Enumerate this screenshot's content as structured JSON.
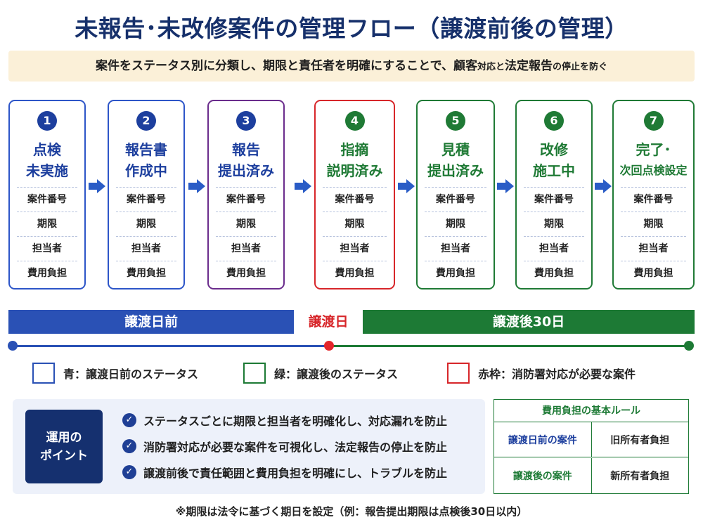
{
  "title": "未報告･未改修案件の管理フロー（譲渡前後の管理）",
  "subtitle": {
    "part1": "案件をステータス別に分類し、期限と責任者を明確にすることで、顧客",
    "part2": "対応と",
    "part3": "法定報告",
    "part4": "の停止を防ぐ"
  },
  "cards": [
    {
      "num": "1",
      "line1": "点検",
      "line2": "未実施",
      "fields": [
        "案件番号",
        "期限",
        "担当者",
        "費用負担"
      ]
    },
    {
      "num": "2",
      "line1": "報告書",
      "line2": "作成中",
      "fields": [
        "案件番号",
        "期限",
        "担当者",
        "費用負担"
      ]
    },
    {
      "num": "3",
      "line1": "報告",
      "line2": "提出済み",
      "fields": [
        "案件番号",
        "期限",
        "担当者",
        "費用負担"
      ]
    },
    {
      "num": "4",
      "line1": "指摘",
      "line2": "説明済み",
      "fields": [
        "案件番号",
        "期限",
        "担当者",
        "費用負担"
      ]
    },
    {
      "num": "5",
      "line1": "見積",
      "line2": "提出済み",
      "fields": [
        "案件番号",
        "期限",
        "担当者",
        "費用負担"
      ]
    },
    {
      "num": "6",
      "line1": "改修",
      "line2": "施工中",
      "fields": [
        "案件番号",
        "期限",
        "担当者",
        "費用負担"
      ]
    },
    {
      "num": "7",
      "line1": "完了･",
      "line2": "次回点検設定",
      "fields": [
        "案件番号",
        "期限",
        "担当者",
        "費用負担"
      ]
    }
  ],
  "timeline": {
    "before": "譲渡日前",
    "day": "譲渡日",
    "after": "譲渡後30日"
  },
  "legend": [
    {
      "text": "青：譲渡日前のステータス",
      "color": "#2a51b5"
    },
    {
      "text": "緑：譲渡後のステータス",
      "color": "#1d7a35"
    },
    {
      "text": "赤枠：消防署対応が必要な案件",
      "color": "#d7262a"
    }
  ],
  "points": {
    "badge_line1": "運用の",
    "badge_line2": "ポイント",
    "items": [
      "ステータスごとに期限と担当者を明確化し、対応漏れを防止",
      "消防署対応が必要な案件を可視化し、法定報告の停止を防止",
      "譲渡前後で責任範囲と費用負担を明確にし、トラブルを防止"
    ]
  },
  "rules": {
    "title": "費用負担の基本ルール",
    "rows": [
      {
        "case": "譲渡日前の案件",
        "payer": "旧所有者負担"
      },
      {
        "case": "譲渡後の案件",
        "payer": "新所有者負担"
      }
    ]
  },
  "footnote": "※期限は法令に基づく期日を設定（例：報告提出期限は点検後30日以内）",
  "colors": {
    "navy": "#16306b",
    "blue": "#2a51b5",
    "green": "#1d7a35",
    "red": "#d7262a",
    "purple": "#6a2c8c"
  }
}
